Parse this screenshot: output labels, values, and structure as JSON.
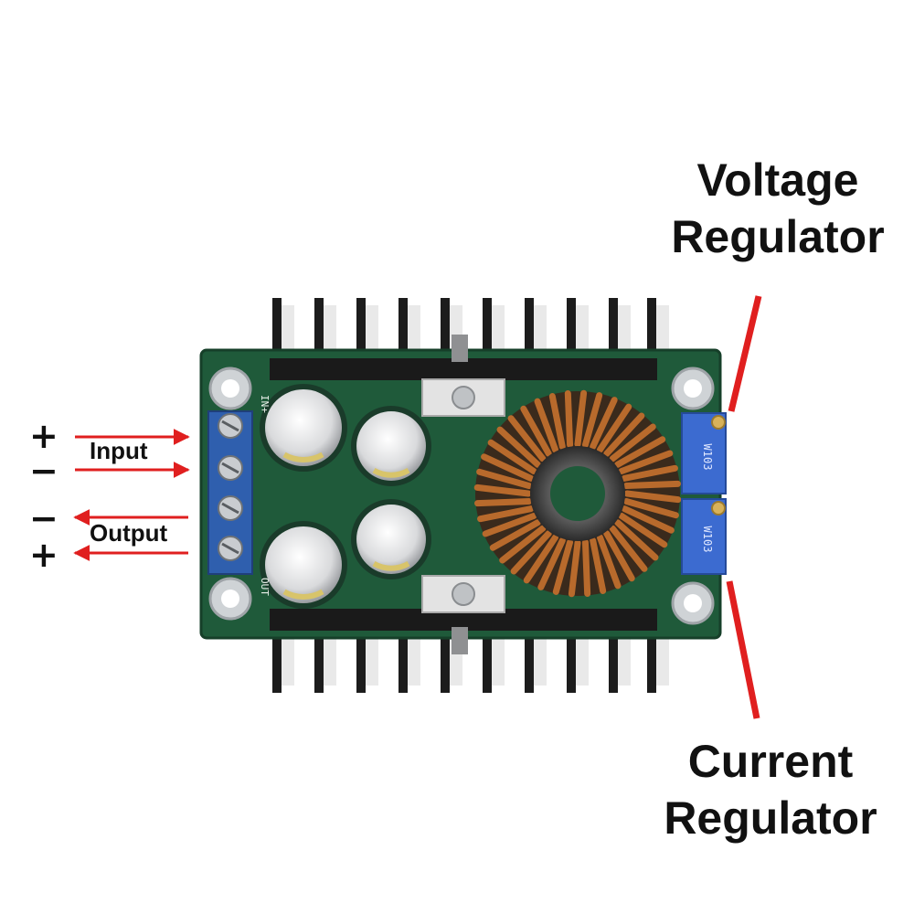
{
  "callouts": {
    "voltage": {
      "line1": "Voltage",
      "line2": "Regulator"
    },
    "current": {
      "line1": "Current",
      "line2": "Regulator"
    }
  },
  "terminals": {
    "input_label": "Input",
    "output_label": "Output",
    "signs": [
      "+",
      "−",
      "−",
      "+"
    ]
  },
  "board_markings": {
    "pot_code": "W103",
    "input_mark": "IN+",
    "output_mark": "OUT"
  },
  "colors": {
    "pcb": "#1f5a3a",
    "heatsink": "#1c1c1c",
    "terminal_block": "#2f5fae",
    "pot_body": "#3c6bd0",
    "copper": "#b86a2c",
    "arrow": "#e01f1f"
  }
}
